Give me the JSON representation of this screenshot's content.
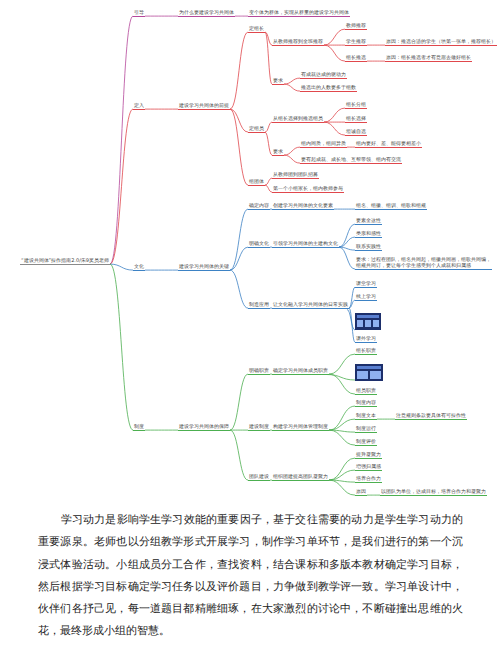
{
  "diagram": {
    "nodes": [
      {
        "text": [
          "“建设共同体”操作指南2.0/朱9奖员老师"
        ]
      },
      {
        "text": [
          "引导"
        ]
      },
      {
        "text": [
          "为什么要建设学习共同体"
        ]
      },
      {
        "text": [
          "变个体为群体，实现从群里的建设学习共同体"
        ]
      },
      {
        "text": [
          "定入"
        ]
      },
      {
        "text": [
          "建设学习共同体的前提"
        ]
      },
      {
        "text": [
          "定组长"
        ]
      },
      {
        "text": [
          "从教师推荐到全班推荐"
        ]
      },
      {
        "text": [
          "教师推荐"
        ]
      },
      {
        "text": [
          "学生推荐"
        ]
      },
      {
        "text": [
          "原因：推选合适的学生（填第一张单，推荐组长）"
        ]
      },
      {
        "text": [
          "组长推选"
        ]
      },
      {
        "text": [
          "原因：组长推选者才有意愿去做好组长"
        ]
      },
      {
        "text": [
          "要求"
        ]
      },
      {
        "text": [
          "有成就达成的驱动力"
        ]
      },
      {
        "text": [
          "推选出的人数要多于组数"
        ]
      },
      {
        "text": [
          "定组员"
        ]
      },
      {
        "text": [
          "从组长选择到推选组员"
        ]
      },
      {
        "text": [
          "组长分组"
        ]
      },
      {
        "text": [
          "组长选择"
        ]
      },
      {
        "text": [
          "坦诚自选"
        ]
      },
      {
        "text": [
          "要求"
        ]
      },
      {
        "text": [
          "组内同质，组间异质"
        ]
      },
      {
        "text": [
          "组内要好、差、能得要相差小"
        ]
      },
      {
        "text": [
          "要有起成就、成长地、互帮带领、组内有交流"
        ]
      },
      {
        "text": [
          "组团体"
        ]
      },
      {
        "text": [
          "从教师团到团队招募"
        ]
      },
      {
        "text": [
          "第一个小组家长，组内教师参与"
        ]
      },
      {
        "text": [
          "文化"
        ]
      },
      {
        "text": [
          "建设学习共同体的关键"
        ]
      },
      {
        "text": [
          "确定内容"
        ]
      },
      {
        "text": [
          "创建学习共同体的文化要素"
        ]
      },
      {
        "text": [
          "组名、组徽、组训、组歌和组规"
        ]
      },
      {
        "text": [
          "明确文化"
        ]
      },
      {
        "text": [
          "引领学习共同体的主建构文化"
        ]
      },
      {
        "text": [
          "要素全这性"
        ]
      },
      {
        "text": [
          "类亲和感性"
        ]
      },
      {
        "text": [
          "联系实践性"
        ]
      },
      {
        "text": [
          "要求：过程在团队，组名共同起，组徽共同画，组歌共同编，组规共同订，要让每个学生感受到个人成就和归属感"
        ]
      },
      {
        "text": [
          "制造应用"
        ]
      },
      {
        "text": [
          "让文化融入学习共同体的日常实践"
        ]
      },
      {
        "text": [
          "课堂学习"
        ]
      },
      {
        "text": [
          "线上学习"
        ]
      },
      {
        "text": [
          "课外学习"
        ]
      },
      {
        "text": [
          "制度"
        ]
      },
      {
        "text": [
          "建设学习共同体的保障"
        ]
      },
      {
        "text": [
          "明确职责"
        ]
      },
      {
        "text": [
          "确定学习共同体成员职责"
        ]
      },
      {
        "text": [
          "组长职责"
        ]
      },
      {
        "text": [
          "组员职责"
        ]
      },
      {
        "text": [
          "建设制度"
        ]
      },
      {
        "text": [
          "构建学习共同体管理制度"
        ]
      },
      {
        "text": [
          "制度内容"
        ]
      },
      {
        "text": [
          "制度文本"
        ]
      },
      {
        "text": [
          "注意规则条款要具体有可操作性"
        ]
      },
      {
        "text": [
          "制度运行"
        ]
      },
      {
        "text": [
          "制度评价"
        ]
      },
      {
        "text": [
          "团队建设"
        ]
      },
      {
        "text": [
          "组织团建提高团队凝聚力"
        ]
      },
      {
        "text": [
          "提升凝聚力"
        ]
      },
      {
        "text": [
          "增强归属感"
        ]
      },
      {
        "text": [
          "培养合作力"
        ]
      },
      {
        "text": [
          "原因"
        ]
      },
      {
        "text": [
          "以团队为单位，达成目标，培养合作力和凝聚力"
        ]
      }
    ],
    "edges": [
      {
        "from": 0,
        "to": 1,
        "arrow": "none"
      },
      {
        "from": 1,
        "to": 2,
        "arrow": "none"
      },
      {
        "from": 2,
        "to": 3,
        "arrow": "none"
      },
      {
        "from": 0,
        "to": 4,
        "arrow": "none"
      },
      {
        "from": 4,
        "to": 5,
        "arrow": "none"
      },
      {
        "from": 5,
        "to": 6,
        "arrow": "none"
      },
      {
        "from": 6,
        "to": 7,
        "arrow": "none"
      },
      {
        "from": 7,
        "to": 8,
        "arrow": "none"
      },
      {
        "from": 7,
        "to": 9,
        "arrow": "none"
      },
      {
        "from": 9,
        "to": 10,
        "arrow": "none"
      },
      {
        "from": 7,
        "to": 11,
        "arrow": "none"
      },
      {
        "from": 11,
        "to": 12,
        "arrow": "none"
      },
      {
        "from": 6,
        "to": 13,
        "arrow": "none"
      },
      {
        "from": 13,
        "to": 14,
        "arrow": "none"
      },
      {
        "from": 13,
        "to": 15,
        "arrow": "none"
      },
      {
        "from": 5,
        "to": 16,
        "arrow": "none"
      },
      {
        "from": 16,
        "to": 17,
        "arrow": "none"
      },
      {
        "from": 17,
        "to": 18,
        "arrow": "none"
      },
      {
        "from": 17,
        "to": 19,
        "arrow": "none"
      },
      {
        "from": 17,
        "to": 20,
        "arrow": "none"
      },
      {
        "from": 16,
        "to": 21,
        "arrow": "none"
      },
      {
        "from": 21,
        "to": 22,
        "arrow": "none"
      },
      {
        "from": 22,
        "to": 23,
        "arrow": "none"
      },
      {
        "from": 21,
        "to": 24,
        "arrow": "none"
      },
      {
        "from": 5,
        "to": 25,
        "arrow": "none"
      },
      {
        "from": 25,
        "to": 26,
        "arrow": "none"
      },
      {
        "from": 25,
        "to": 27,
        "arrow": "none"
      },
      {
        "from": 0,
        "to": 28,
        "arrow": "none"
      },
      {
        "from": 28,
        "to": 29,
        "arrow": "none"
      },
      {
        "from": 29,
        "to": 30,
        "arrow": "none"
      },
      {
        "from": 30,
        "to": 31,
        "arrow": "none"
      },
      {
        "from": 31,
        "to": 32,
        "arrow": "none"
      },
      {
        "from": 29,
        "to": 33,
        "arrow": "none"
      },
      {
        "from": 33,
        "to": 34,
        "arrow": "none"
      },
      {
        "from": 34,
        "to": 35,
        "arrow": "none"
      },
      {
        "from": 34,
        "to": 36,
        "arrow": "none"
      },
      {
        "from": 34,
        "to": 37,
        "arrow": "none"
      },
      {
        "from": 34,
        "to": 38,
        "arrow": "none"
      },
      {
        "from": 29,
        "to": 39,
        "arrow": "none"
      },
      {
        "from": 39,
        "to": 40,
        "arrow": "none"
      },
      {
        "from": 40,
        "to": 41,
        "arrow": "none"
      },
      {
        "from": 40,
        "to": 42,
        "arrow": "none"
      },
      {
        "from": 40,
        "to": 43,
        "arrow": "none"
      },
      {
        "from": 0,
        "to": 44,
        "arrow": "none"
      },
      {
        "from": 44,
        "to": 45,
        "arrow": "none"
      },
      {
        "from": 45,
        "to": 46,
        "arrow": "none"
      },
      {
        "from": 46,
        "to": 47,
        "arrow": "none"
      },
      {
        "from": 47,
        "to": 48,
        "arrow": "none"
      },
      {
        "from": 47,
        "to": 49,
        "arrow": "none"
      },
      {
        "from": 45,
        "to": 50,
        "arrow": "none"
      },
      {
        "from": 50,
        "to": 51,
        "arrow": "none"
      },
      {
        "from": 51,
        "to": 52,
        "arrow": "none"
      },
      {
        "from": 51,
        "to": 53,
        "arrow": "none"
      },
      {
        "from": 53,
        "to": 54,
        "arrow": "none"
      },
      {
        "from": 51,
        "to": 55,
        "arrow": "none"
      },
      {
        "from": 51,
        "to": 56,
        "arrow": "none"
      },
      {
        "from": 45,
        "to": 57,
        "arrow": "none"
      },
      {
        "from": 57,
        "to": 58,
        "arrow": "none"
      },
      {
        "from": 58,
        "to": 59,
        "arrow": "none"
      },
      {
        "from": 58,
        "to": 60,
        "arrow": "none"
      },
      {
        "from": 58,
        "to": 61,
        "arrow": "none"
      },
      {
        "from": 58,
        "to": 62,
        "arrow": "none"
      },
      {
        "from": 62,
        "to": 63,
        "arrow": "none"
      }
    ],
    "labels": [
      "学习动力是影响学生学习效能的重要因子，基于交往需要的动力是学生学习动力的重要源泉。老师也以分组教学形式开展学习，制作学习单环节，是我们进行的第一个沉浸式体验活动。小组成员分工合作，查找资料，结合课标和多版本教材确定学习目标，然后根据学习目标确定学习任务以及评价题目，力争做到教学评一致。学习单设计中，伙伴们各抒己见，每一道题目都精雕细琢，在大家激烈的讨论中，不断碰撞出思维的火花，最终形成小组的智慧。"
    ]
  }
}
